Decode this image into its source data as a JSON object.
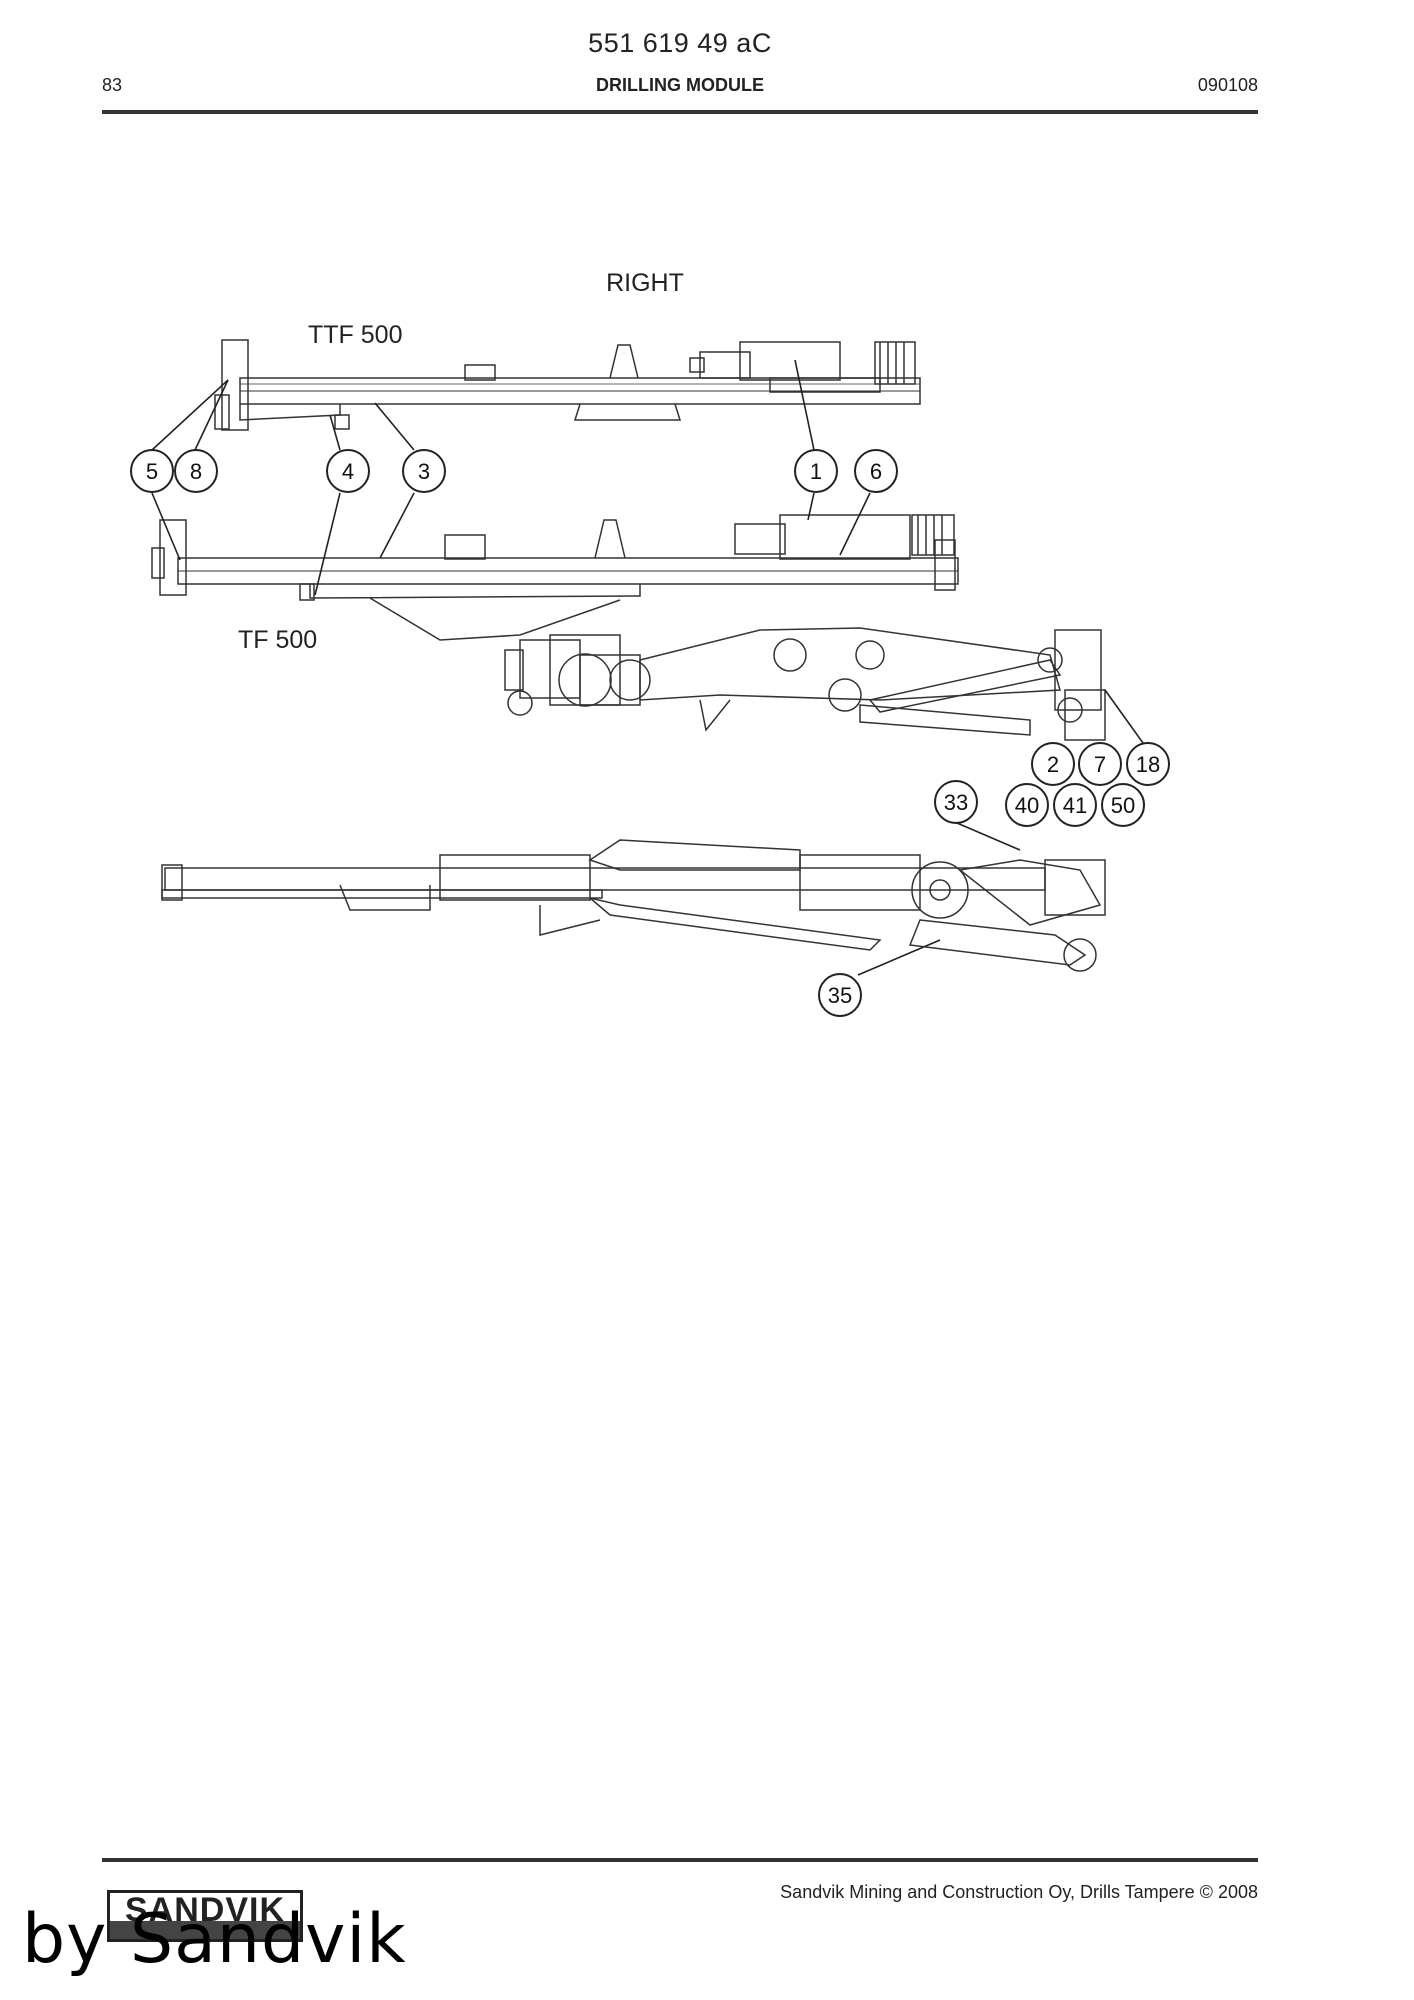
{
  "header": {
    "doc_number": "551 619 49 aC",
    "page_number": "83",
    "section_title": "DRILLING MODULE",
    "date": "090108"
  },
  "figure": {
    "view_label": "RIGHT",
    "feed_upper_label": "TTF 500",
    "feed_lower_label": "TF 500",
    "callouts": {
      "c1": "1",
      "c2": "2",
      "c3": "3",
      "c4": "4",
      "c5": "5",
      "c6": "6",
      "c7": "7",
      "c8": "8",
      "c18": "18",
      "c33": "33",
      "c35": "35",
      "c40": "40",
      "c41": "41",
      "c50": "50"
    }
  },
  "footer": {
    "company": "Sandvik Mining and Construction Oy, Drills Tampere © 2008",
    "logo_text": "SANDVIK",
    "watermark": "by Sandvik"
  }
}
